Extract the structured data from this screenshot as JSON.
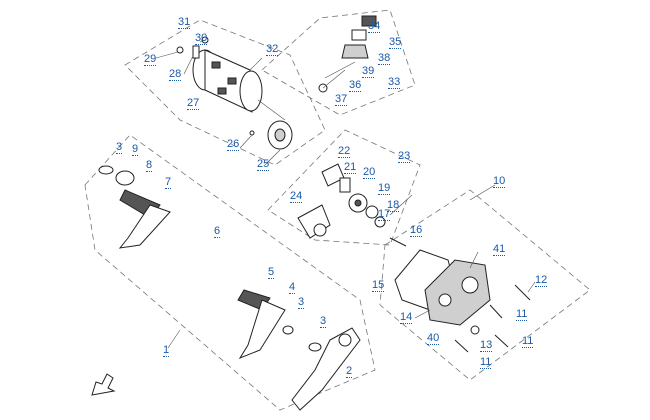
{
  "callouts": [
    "1",
    "2",
    "3",
    "4",
    "5",
    "6",
    "7",
    "8",
    "9",
    "10",
    "11",
    "12",
    "13",
    "14",
    "15",
    "16",
    "17",
    "18",
    "19",
    "20",
    "21",
    "22",
    "23",
    "24",
    "25",
    "26",
    "27",
    "28",
    "29",
    "30",
    "31",
    "32",
    "33",
    "34",
    "35",
    "36",
    "37",
    "38",
    "39",
    "40",
    "41"
  ],
  "colors": {
    "callout_text": "#1a5aa8",
    "line": "#222222",
    "group_outline": "#777777"
  },
  "icons": {
    "navigation": "direction-arrow-icon"
  }
}
